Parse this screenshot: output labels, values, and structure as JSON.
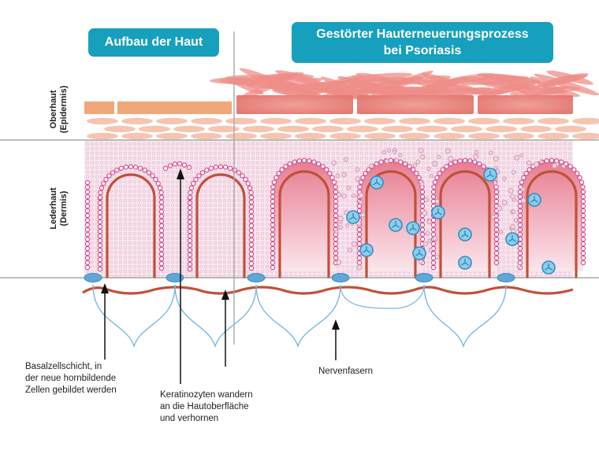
{
  "titles": {
    "normal": "Aufbau der Haut",
    "psoriasis_line1": "Gestörter Hauterneuerungsprozess",
    "psoriasis_line2": "bei Psoriasis"
  },
  "layers": {
    "epidermis_line1": "Oberhaut",
    "epidermis_line2": "(Epidermis)",
    "dermis_line1": "Lederhaut",
    "dermis_line2": "(Dermis)"
  },
  "annotations": {
    "basal_line1": "Basalzellschicht, in",
    "basal_line2": "der neue hornbildende",
    "basal_line3": "Zellen gebildet werden",
    "keratinocytes_line1": "Keratinozyten wandern",
    "keratinocytes_line2": "an die Hautoberfläche",
    "keratinocytes_line3": "und verhornen",
    "nerves": "Nervenfasern"
  },
  "colors": {
    "title_bg": "#16a0bd",
    "normal_horn_layer": "#f0a87a",
    "psoriasis_horn_layer": "#e8837a",
    "vessel": "#c0503a",
    "cell_ring": "#d94d8f",
    "immune_cell": "#4aaed8",
    "nerve": "#7ab8e0",
    "dermis_bg": "#f7e6ee",
    "guide_line": "#999999"
  }
}
